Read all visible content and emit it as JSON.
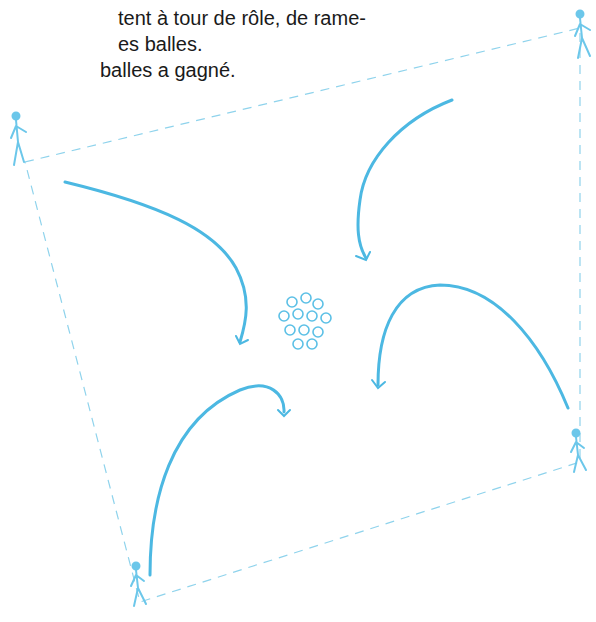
{
  "diagram": {
    "labels": [
      "tent à tour de rôle, de rame-",
      "es balles.",
      "balles a gagné."
    ]
  }
}
